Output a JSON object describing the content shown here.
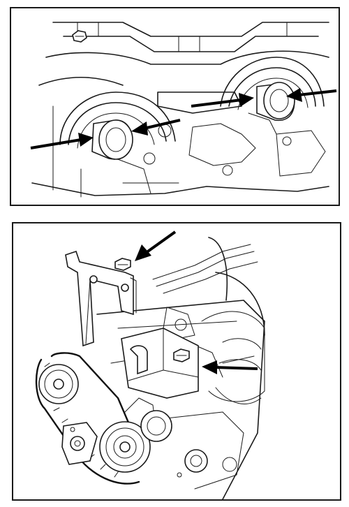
{
  "figure": {
    "panels": [
      {
        "id": "top",
        "subject": "camshaft-bearing-caps",
        "arrow_count": 4
      },
      {
        "id": "bottom",
        "subject": "timing-belt-locking-tool",
        "arrow_count": 2
      }
    ],
    "colors": {
      "ink": "#1a1a1a",
      "arrow": "#000000",
      "background": "#ffffff"
    }
  }
}
